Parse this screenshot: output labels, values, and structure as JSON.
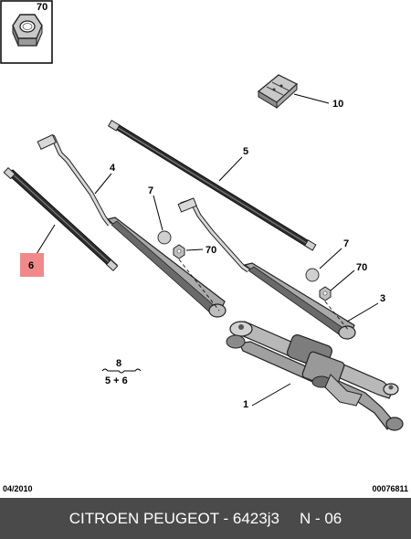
{
  "callouts": {
    "nut": "70",
    "wiper_motor": "1",
    "arm_right": "3",
    "arm_left": "4",
    "blade_5": "5",
    "blade_6": "6",
    "cap_left": "7",
    "cap_right": "7",
    "nut_left": "70",
    "nut_right": "70",
    "connector": "10"
  },
  "kit": {
    "number": "8",
    "contents": "5 + 6"
  },
  "footer": {
    "date": "04/2010",
    "ref": "00076811",
    "caption": "CITROEN PEUGEOT - 6423j3",
    "code": "N - 06"
  },
  "colors": {
    "highlight": "#f08a8a",
    "part_dark": "#3a3a3a",
    "part_light": "#d8d8d8",
    "footer_bg": "#4a4a4a"
  }
}
